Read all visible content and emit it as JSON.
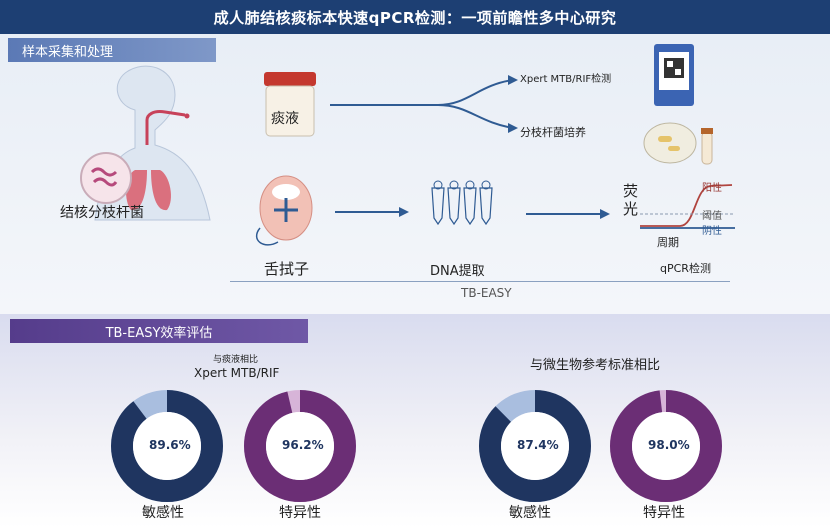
{
  "title": "成人肺结核痰标本快速qPCR检测：一项前瞻性多中心研究",
  "sections": {
    "collect": "样本采集和处理",
    "eval": "TB-EASY效率评估"
  },
  "left": {
    "organism_label": "结核分枝杆菌"
  },
  "sputum": {
    "jar_label": "痰液",
    "branch_top": "Xpert MTB/RIF检测",
    "branch_bottom": "分枝杆菌培养"
  },
  "swab": {
    "label": "舌拭子",
    "dna_label": "DNA提取",
    "qpcr_label": "qPCR检测",
    "platform": "TB-EASY"
  },
  "qpcr_plot": {
    "y_label_1": "荧",
    "y_label_2": "光",
    "x_label": "周期",
    "positive": "阳性",
    "threshold": "阈值",
    "negative": "阴性"
  },
  "comparisons": [
    {
      "small_title": "与痰液相比",
      "title": "Xpert MTB/RIF"
    },
    {
      "title": "与微生物参考标准相比"
    }
  ],
  "donuts": [
    {
      "value": "89.6%",
      "label": "敏感性",
      "fraction": 0.896,
      "color": "#1f3560"
    },
    {
      "value": "96.2%",
      "label": "特异性",
      "fraction": 0.962,
      "color": "#6b2e75"
    },
    {
      "value": "87.4%",
      "label": "敏感性",
      "fraction": 0.874,
      "color": "#1f3560"
    },
    {
      "value": "98.0%",
      "label": "特异性",
      "fraction": 0.98,
      "color": "#6b2e75"
    }
  ]
}
